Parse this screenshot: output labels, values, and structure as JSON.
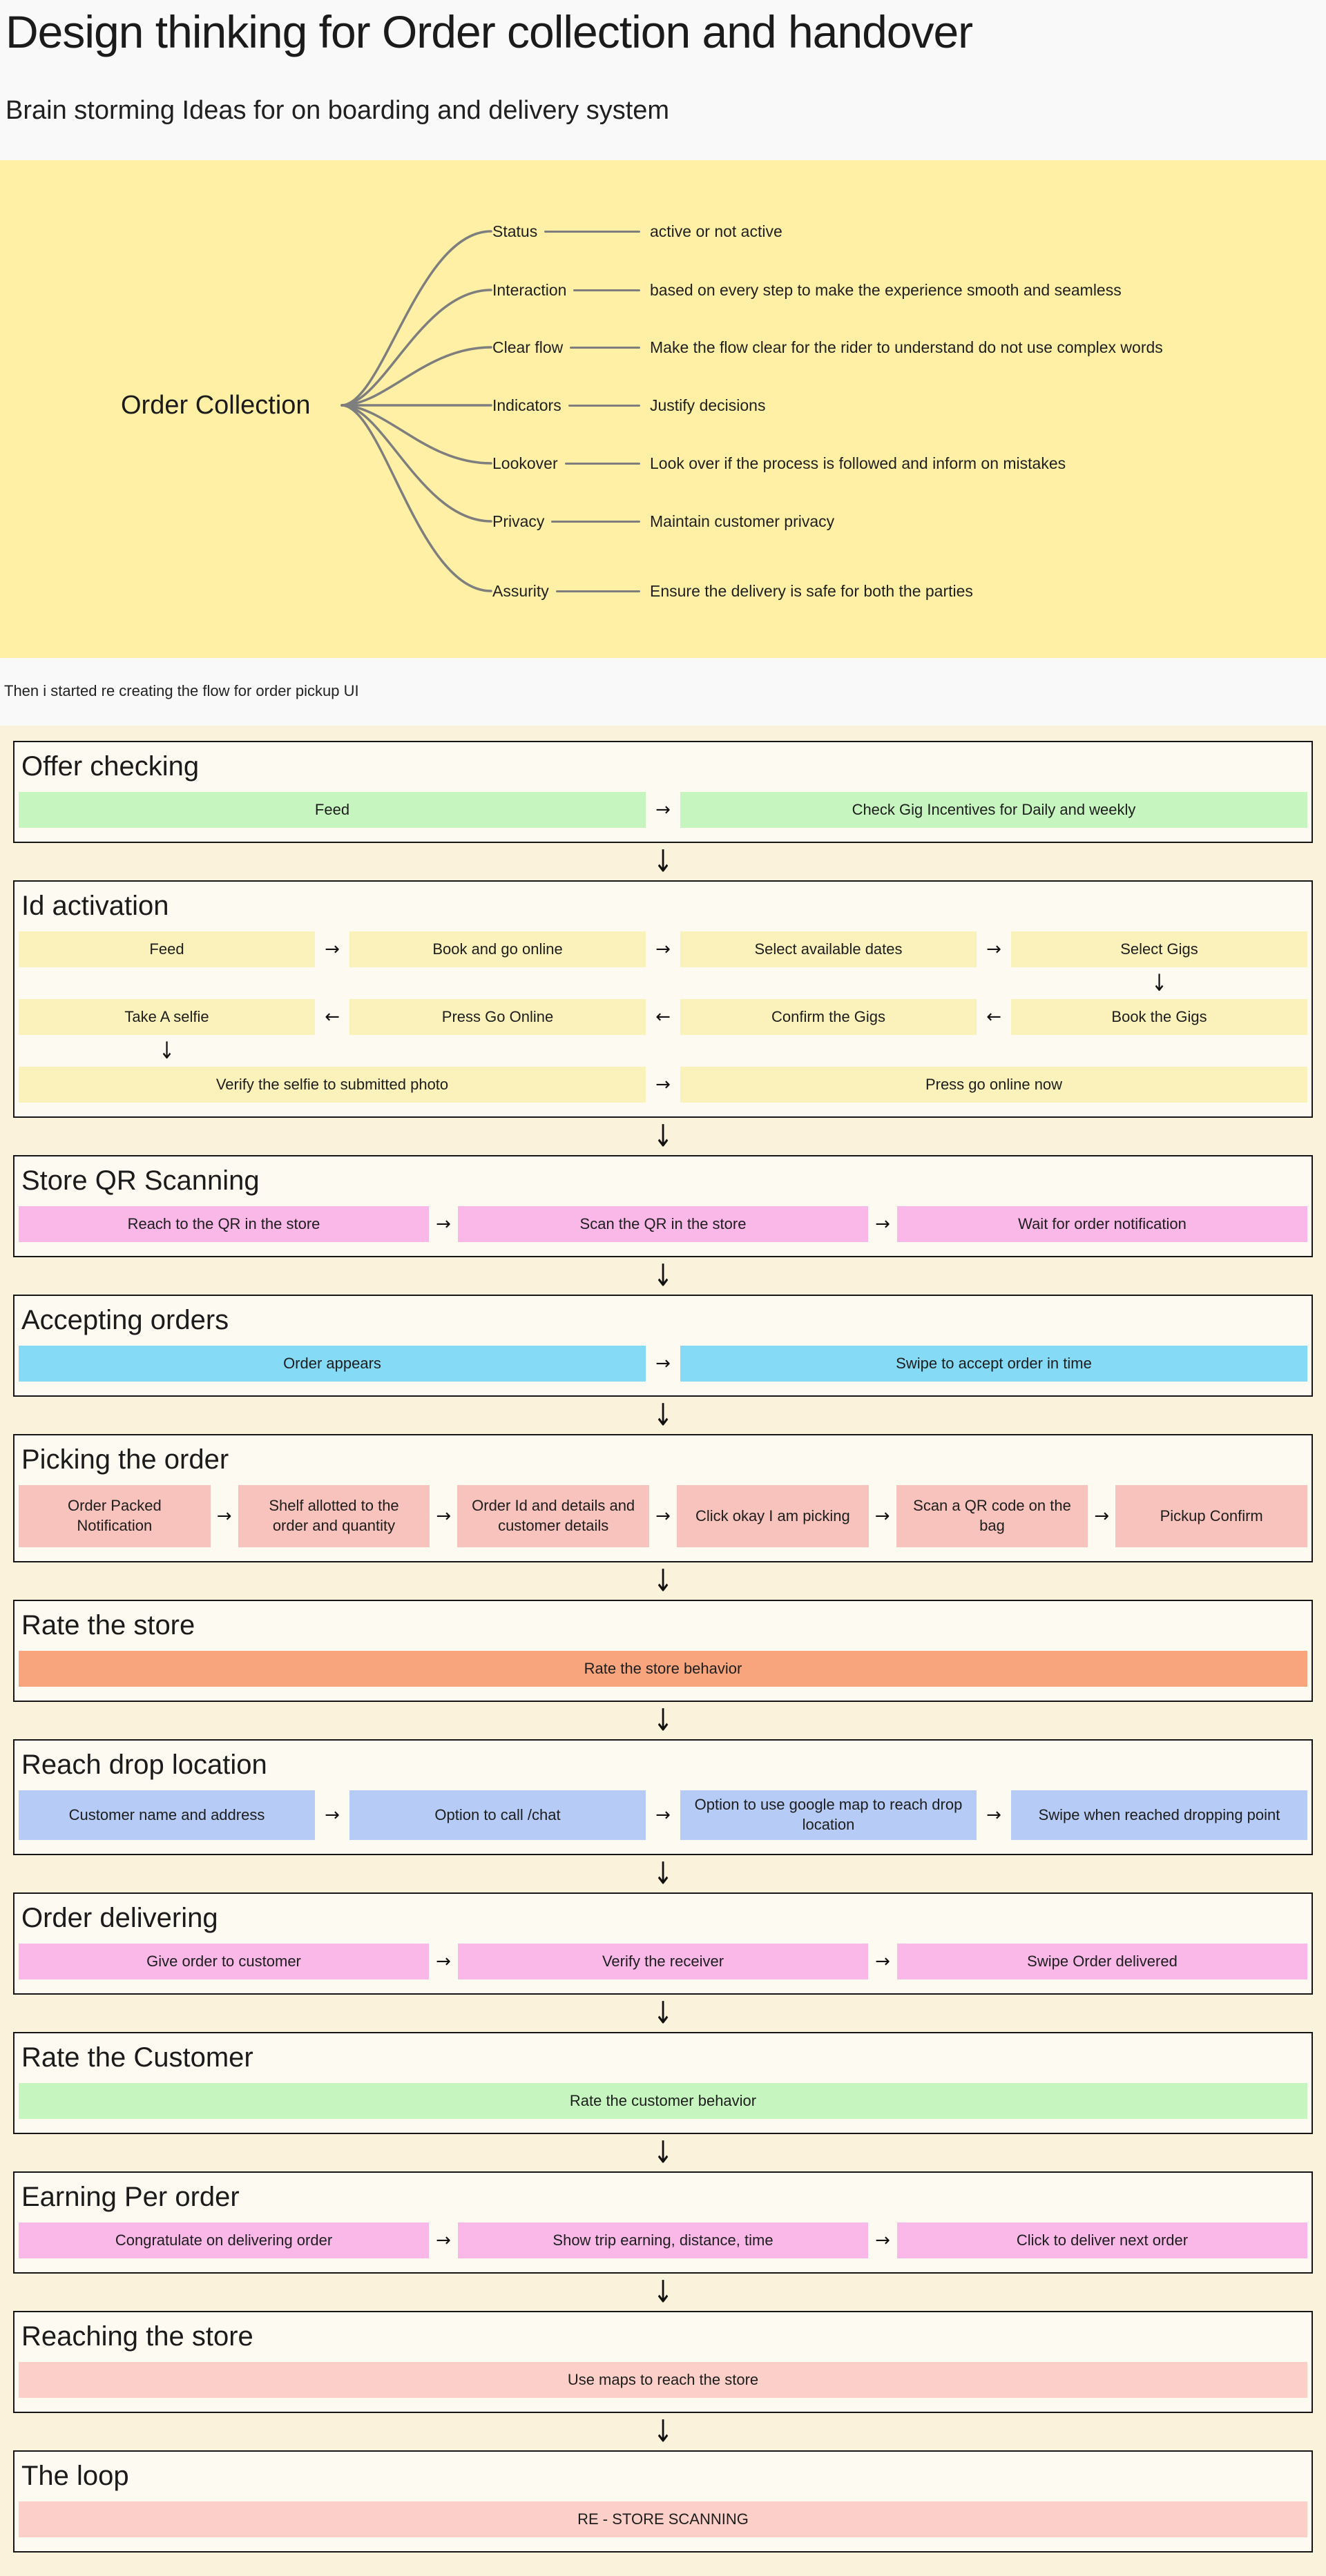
{
  "page": {
    "title": "Design thinking for Order collection and handover",
    "subtitle": "Brain storming Ideas for on boarding and delivery system",
    "intro_note": "Then i started re creating the flow for order pickup UI"
  },
  "icons": {
    "arrow_right": "→",
    "arrow_left": "←",
    "arrow_down": "↓"
  },
  "colors": {
    "band_yellow": "#fff0a6",
    "cream": "#fbf2db",
    "section_bg": "#fdfaf1",
    "line_gray": "#7e7e7e",
    "green": "#c7f5c0",
    "yellow": "#faf2ba",
    "pink": "#f9b8e8",
    "blue": "#85dbf5",
    "salmon": "#f9c3bd",
    "orange": "#f8a57e",
    "periwinkle": "#b7cbf7",
    "rose": "#fccfc9"
  },
  "mindmap": {
    "root": "Order Collection",
    "branches": [
      {
        "label": "Status",
        "description": "active or not active"
      },
      {
        "label": "Interaction",
        "description": "based on every step to make the experience smooth and seamless"
      },
      {
        "label": "Clear flow",
        "description": "Make the flow clear for the rider to understand do not use complex words"
      },
      {
        "label": "Indicators",
        "description": "Justify decisions"
      },
      {
        "label": "Lookover",
        "description": "Look over if the process is followed and inform on mistakes"
      },
      {
        "label": "Privacy",
        "description": "Maintain customer privacy"
      },
      {
        "label": "Assurity",
        "description": "Ensure the delivery is safe for both the parties"
      }
    ]
  },
  "flow_sections": [
    {
      "title": "Offer checking",
      "rows": [
        [
          "Feed",
          "Check Gig Incentives for Daily and weekly"
        ]
      ]
    },
    {
      "title": "Id activation",
      "rows": [
        [
          "Feed",
          "Book and go online",
          "Select available dates",
          "Select Gigs"
        ],
        [
          "Take A selfie",
          "Press Go Online",
          "Confirm the Gigs",
          "Book the Gigs"
        ],
        [
          "Verify the selfie to submitted photo",
          "Press go online now"
        ]
      ]
    },
    {
      "title": "Store QR Scanning",
      "rows": [
        [
          "Reach to the QR in the store",
          "Scan the QR in the store",
          "Wait for order notification"
        ]
      ]
    },
    {
      "title": "Accepting orders",
      "rows": [
        [
          "Order appears",
          "Swipe to accept order in time"
        ]
      ]
    },
    {
      "title": "Picking the order",
      "rows": [
        [
          "Order Packed Notification",
          "Shelf allotted to the order and quantity",
          "Order Id and details and customer details",
          "Click okay I am picking",
          "Scan a QR code on the bag",
          "Pickup Confirm"
        ]
      ]
    },
    {
      "title": "Rate the store",
      "rows": [
        [
          "Rate the store behavior"
        ]
      ]
    },
    {
      "title": "Reach drop location",
      "rows": [
        [
          "Customer name and address",
          "Option to call /chat",
          "Option to use google map to reach drop location",
          "Swipe when reached dropping point"
        ]
      ]
    },
    {
      "title": "Order delivering",
      "rows": [
        [
          "Give order to customer",
          "Verify the receiver",
          "Swipe Order delivered"
        ]
      ]
    },
    {
      "title": "Rate the Customer",
      "rows": [
        [
          "Rate the customer behavior"
        ]
      ]
    },
    {
      "title": "Earning Per order",
      "rows": [
        [
          "Congratulate on delivering order",
          "Show trip earning, distance, time",
          "Click to deliver next order"
        ]
      ]
    },
    {
      "title": "Reaching the store",
      "rows": [
        [
          "Use maps to reach the store"
        ]
      ]
    },
    {
      "title": "The loop",
      "rows": [
        [
          "RE - STORE SCANNING"
        ]
      ]
    }
  ]
}
